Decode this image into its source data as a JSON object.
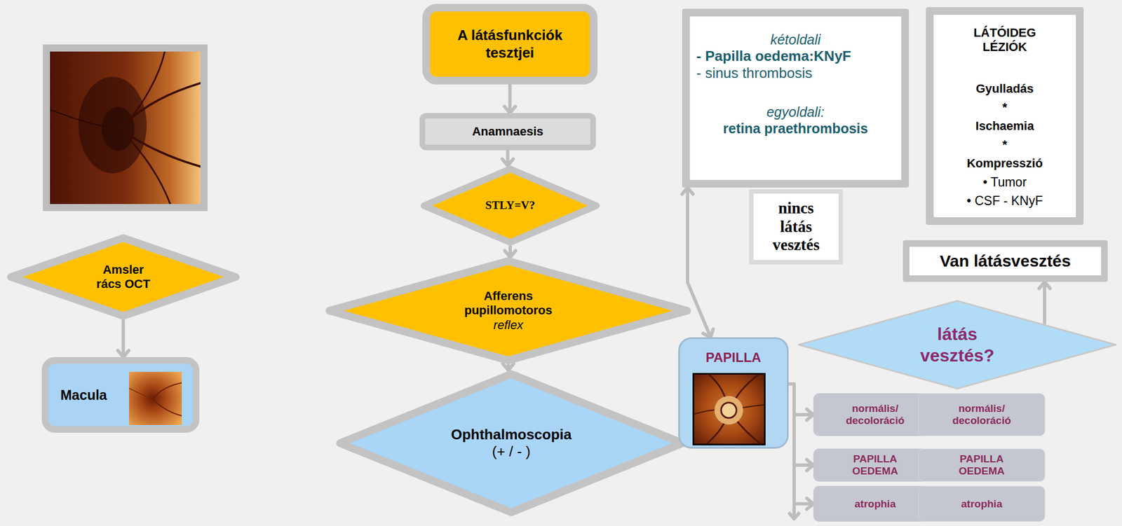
{
  "diagram": {
    "nodes": [
      {
        "text": [
          "Amsler rács OCT"
        ]
      },
      {
        "text": [
          "Macula"
        ]
      },
      {
        "text": [
          "A látásfunkciók tesztjei"
        ]
      },
      {
        "text": [
          "Anamnaesis"
        ]
      },
      {
        "text": [
          "STLY=V?"
        ]
      },
      {
        "text": [
          "Afferens pupillomotoros",
          "reflex"
        ]
      },
      {
        "text": [
          "Ophthalmoscopia",
          "(+ / - )"
        ]
      },
      {
        "text": [
          "kétoldali",
          "- Papilla oedema:KNyF",
          "- sinus thrombosis",
          "egyoldali:",
          "retina praethrombosis"
        ]
      },
      {
        "text": [
          "nincs látás vesztés"
        ]
      },
      {
        "text": [
          "LÁTÓIDEG LÉZIÓK",
          "Gyulladás",
          "*",
          "Ischaemia",
          "*",
          "Kompresszió",
          "• Tumor",
          "• CSF - KNyF"
        ]
      },
      {
        "text": [
          "Van látásvesztés"
        ]
      },
      {
        "text": [
          "PAPILLA"
        ]
      },
      {
        "text": [
          "látás vesztés?"
        ]
      },
      {
        "text": [
          "normális/ decoloráció"
        ]
      },
      {
        "text": [
          "normális/ decoloráció"
        ]
      },
      {
        "text": [
          "PAPILLA OEDEMA"
        ]
      },
      {
        "text": [
          "PAPILLA OEDEMA"
        ]
      },
      {
        "text": [
          "atrophia"
        ]
      },
      {
        "text": [
          "atrophia"
        ]
      }
    ],
    "edges": [
      {
        "from": 0,
        "to": 1,
        "arrow": "to"
      },
      {
        "from": 2,
        "to": 3,
        "arrow": "to"
      },
      {
        "from": 3,
        "to": 4,
        "arrow": "to"
      },
      {
        "from": 4,
        "to": 5,
        "arrow": "to"
      },
      {
        "from": 5,
        "to": 6,
        "arrow": "to"
      },
      {
        "from": 7,
        "to": 11,
        "arrow": "both"
      },
      {
        "from": 12,
        "to": 10,
        "arrow": "to"
      },
      {
        "from": 11,
        "to": 13,
        "arrow": "to"
      },
      {
        "from": 11,
        "to": 15,
        "arrow": "to"
      },
      {
        "from": 11,
        "to": 17,
        "arrow": "to"
      }
    ]
  }
}
